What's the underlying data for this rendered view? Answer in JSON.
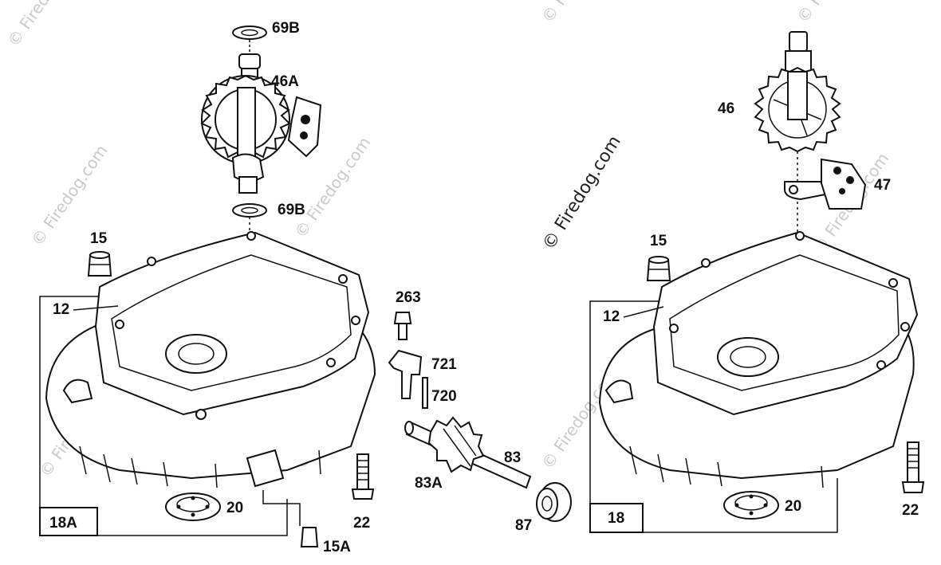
{
  "watermark": {
    "text": "© Firedog.com",
    "prominent": "© Firedog.com"
  },
  "left_assembly": {
    "callouts": {
      "washer_top": "69B",
      "camshaft": "46A",
      "washer_bottom": "69B",
      "plug": "15",
      "gasket": "12",
      "bolt": "263",
      "bracket": "721",
      "pin": "720",
      "shaft": "83",
      "gear": "83A",
      "seal_shaft": "87",
      "screw": "22",
      "seal": "20",
      "plug_bottom": "15A",
      "box_label": "18A"
    }
  },
  "right_assembly": {
    "callouts": {
      "camshaft": "46",
      "governor": "47",
      "plug": "15",
      "gasket": "12",
      "screw": "22",
      "seal": "20",
      "box_label": "18"
    }
  }
}
